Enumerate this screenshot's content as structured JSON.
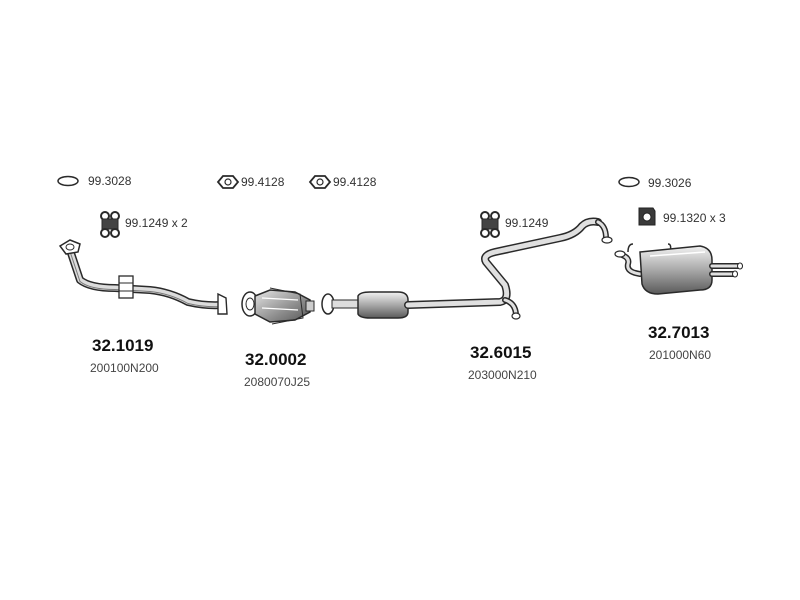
{
  "colors": {
    "ink": "#2a2a2a",
    "shade": "#9a9a9a",
    "light": "#d8d8d8"
  },
  "accessories": {
    "ring_left": "99.3028",
    "hanger_left": "99.1249 x 2",
    "gasket_a": "99.4128",
    "gasket_b": "99.4128",
    "hanger_mid": "99.1249",
    "ring_right": "99.3026",
    "hanger_right": "99.1320 x 3"
  },
  "parts": [
    {
      "number": "32.1019",
      "oem": "200100N200",
      "icon": "front-pipe-icon"
    },
    {
      "number": "32.0002",
      "oem": "2080070J25",
      "icon": "catalytic-converter-icon"
    },
    {
      "number": "32.6015",
      "oem": "203000N210",
      "icon": "middle-pipe-icon"
    },
    {
      "number": "32.7013",
      "oem": "201000N60",
      "icon": "rear-muffler-icon"
    }
  ]
}
